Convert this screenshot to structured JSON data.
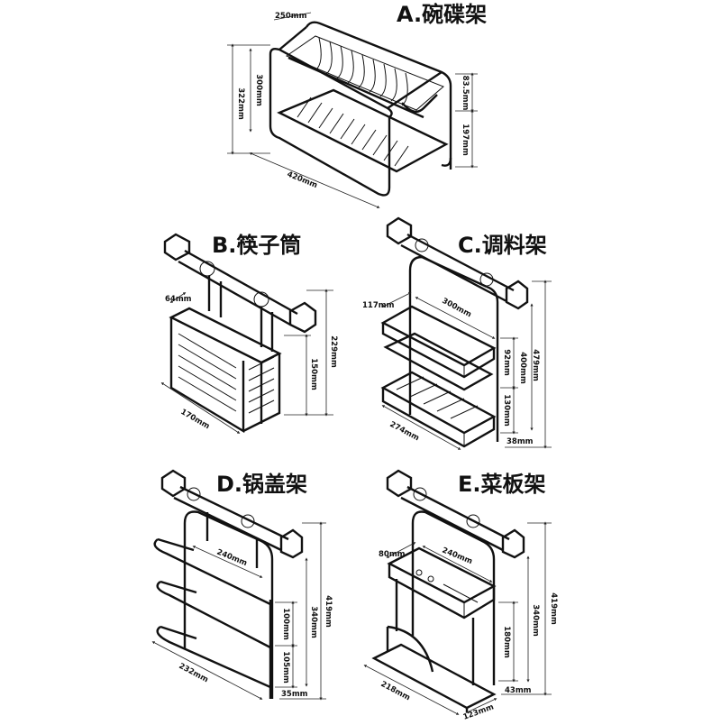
{
  "panels": {
    "A": {
      "title": "A.碗碟架",
      "dims": {
        "width": "250mm",
        "total_height": "322mm",
        "frame_height": "300mm",
        "upper": "83.5mm",
        "lower": "197mm",
        "length": "420mm"
      }
    },
    "B": {
      "title": "B.筷子筒",
      "dims": {
        "depth": "64mm",
        "total_height": "229mm",
        "basket_height": "150mm",
        "length": "170mm"
      }
    },
    "C": {
      "title": "C.调料架",
      "dims": {
        "depth": "117mm",
        "width": "300mm",
        "total_height": "479mm",
        "inner": "400mm",
        "gap1": "92mm",
        "gap2": "130mm",
        "bottom": "38mm",
        "length": "274mm"
      }
    },
    "D": {
      "title": "D.锅盖架",
      "dims": {
        "width": "240mm",
        "total_height": "419mm",
        "inner": "340mm",
        "gap1": "100mm",
        "gap2": "105mm",
        "bottom": "35mm",
        "length": "232mm"
      }
    },
    "E": {
      "title": "E.菜板架",
      "dims": {
        "depth": "80mm",
        "width": "240mm",
        "total_height": "419mm",
        "inner": "340mm",
        "board": "180mm",
        "bottom": "43mm",
        "length": "218mm",
        "base_depth": "123mm"
      }
    }
  }
}
